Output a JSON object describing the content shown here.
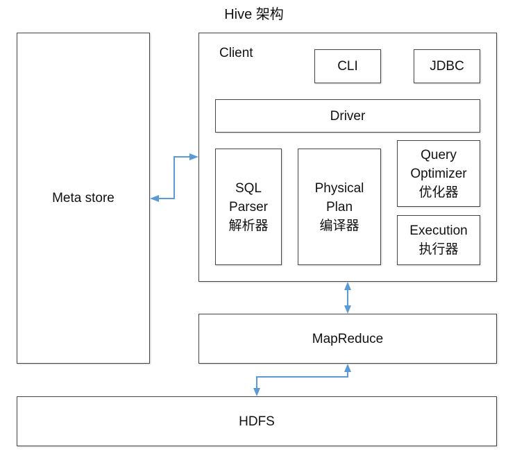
{
  "title": "Hive 架构",
  "accent_color": "#5b9bd5",
  "metastore": {
    "label": "Meta store"
  },
  "client": {
    "label": "Client",
    "cli": "CLI",
    "jdbc": "JDBC",
    "driver": "Driver",
    "sql_parser": [
      "SQL",
      "Parser",
      "解析器"
    ],
    "physical_plan": [
      "Physical",
      "Plan",
      "编译器"
    ],
    "query_optimizer": [
      "Query",
      "Optimizer",
      "优化器"
    ],
    "execution": [
      "Execution",
      "执行器"
    ]
  },
  "mapreduce": {
    "label": "MapReduce"
  },
  "hdfs": {
    "label": "HDFS"
  },
  "connections": [
    {
      "from": "client",
      "to": "metastore",
      "type": "bidirectional"
    },
    {
      "from": "client",
      "to": "mapreduce",
      "type": "bidirectional"
    },
    {
      "from": "mapreduce",
      "to": "hdfs",
      "type": "bidirectional"
    }
  ]
}
